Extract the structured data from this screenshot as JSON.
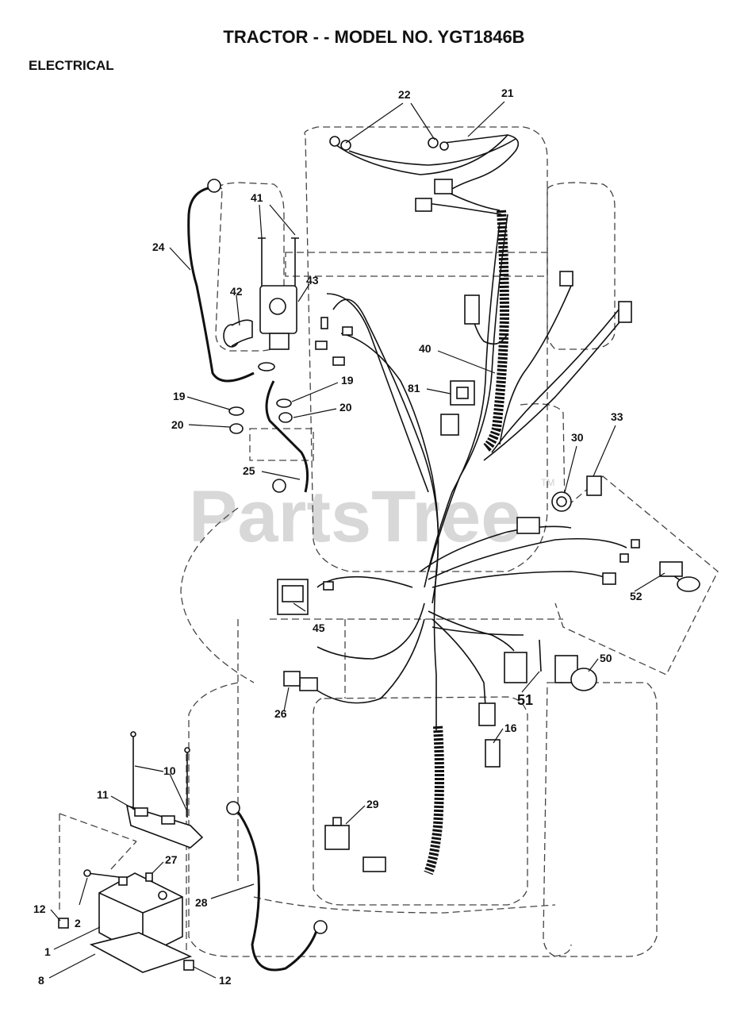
{
  "header": {
    "title": "TRACTOR - - MODEL NO. YGT1846B",
    "section": "ELECTRICAL"
  },
  "watermark": {
    "text": "PartsTree",
    "tm": "TM"
  },
  "callouts": [
    {
      "id": "c22",
      "label": "22"
    },
    {
      "id": "c21",
      "label": "21"
    },
    {
      "id": "c41",
      "label": "41"
    },
    {
      "id": "c24",
      "label": "24"
    },
    {
      "id": "c42",
      "label": "42"
    },
    {
      "id": "c43",
      "label": "43"
    },
    {
      "id": "c40",
      "label": "40"
    },
    {
      "id": "c81",
      "label": "81"
    },
    {
      "id": "c19a",
      "label": "19"
    },
    {
      "id": "c19b",
      "label": "19"
    },
    {
      "id": "c20a",
      "label": "20"
    },
    {
      "id": "c20b",
      "label": "20"
    },
    {
      "id": "c33",
      "label": "33"
    },
    {
      "id": "c30",
      "label": "30"
    },
    {
      "id": "c25",
      "label": "25"
    },
    {
      "id": "c52",
      "label": "52"
    },
    {
      "id": "c45",
      "label": "45"
    },
    {
      "id": "c50",
      "label": "50"
    },
    {
      "id": "c51",
      "label": "51"
    },
    {
      "id": "c26",
      "label": "26"
    },
    {
      "id": "c16",
      "label": "16"
    },
    {
      "id": "c10",
      "label": "10"
    },
    {
      "id": "c11",
      "label": "11"
    },
    {
      "id": "c29",
      "label": "29"
    },
    {
      "id": "c27",
      "label": "27"
    },
    {
      "id": "c28",
      "label": "28"
    },
    {
      "id": "c12a",
      "label": "12"
    },
    {
      "id": "c2",
      "label": "2"
    },
    {
      "id": "c1",
      "label": "1"
    },
    {
      "id": "c8",
      "label": "8"
    },
    {
      "id": "c12b",
      "label": "12"
    }
  ]
}
